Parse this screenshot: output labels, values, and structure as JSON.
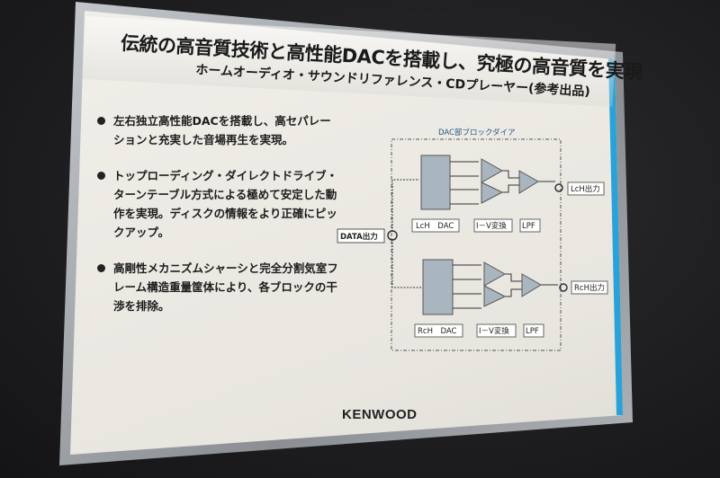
{
  "title": "伝統の高音質技術と高性能DACを搭載し、究極の高音質を実現",
  "subtitle": "ホームオーディオ・サウンドリファレンス・CDプレーヤー(参考出品)",
  "bullets": [
    "左右独立高性能DACを搭載し、高セパレーションと充実した音場再生を実現。",
    "トップローディング・ダイレクトドライブ・ターンテーブル方式による極めて安定した動作を実現。ディスクの情報をより正確にピックアップ。",
    "高剛性メカニズムシャーシと完全分割気室フレーム構造重量筐体により、各ブロックの干渉を排除。"
  ],
  "diagram": {
    "title": "DAC部ブロックダイア",
    "input": "DATA出力",
    "left": {
      "dac": "LcH　DAC",
      "iv": "I－V変換",
      "lpf": "LPF",
      "output": "LcH出力"
    },
    "right": {
      "dac": "RcH　DAC",
      "iv": "I－V変換",
      "lpf": "LPF",
      "output": "RcH出力"
    }
  },
  "brand": "KENWOOD",
  "colors": {
    "block": "#a9b6bf",
    "accent_edge": "#2aa2d8"
  }
}
